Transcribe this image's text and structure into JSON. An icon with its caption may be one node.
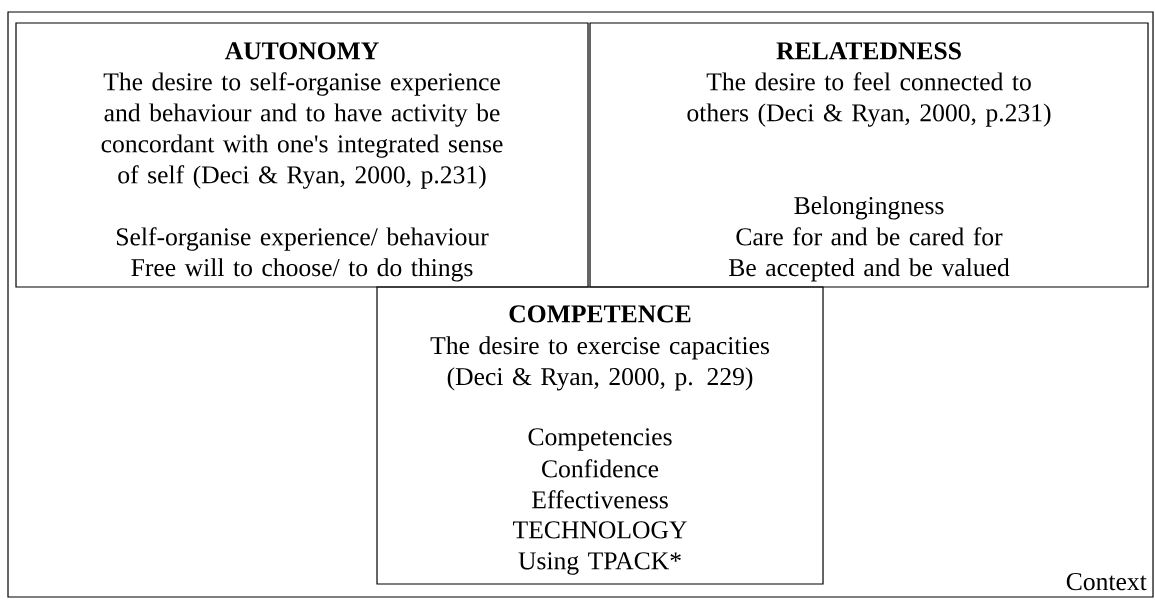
{
  "diagram": {
    "nodes": [
      {
        "text": [
          "Context"
        ]
      },
      {
        "text": [
          "AUTONOMY",
          "The desire to self-organise experience and behaviour and to have activity be concordant with one's integrated sense of self (Deci & Ryan, 2000, p.231)",
          "Self-organise experience/ behaviour",
          "Free will to choose/ to do things"
        ],
        "in": 0
      },
      {
        "text": [
          "RELATEDNESS",
          "The desire to feel connected to others (Deci & Ryan, 2000, p.231)",
          "Belongingness",
          "Care for and be cared for",
          "Be accepted and be valued"
        ],
        "in": 0
      },
      {
        "text": [
          "COMPETENCE",
          "The desire to exercise capacities (Deci & Ryan, 2000, p. 229)",
          "Competencies",
          "Confidence",
          "Effectiveness",
          "TECHNOLOGY",
          "Using TPACK*"
        ],
        "in": 0
      }
    ]
  }
}
